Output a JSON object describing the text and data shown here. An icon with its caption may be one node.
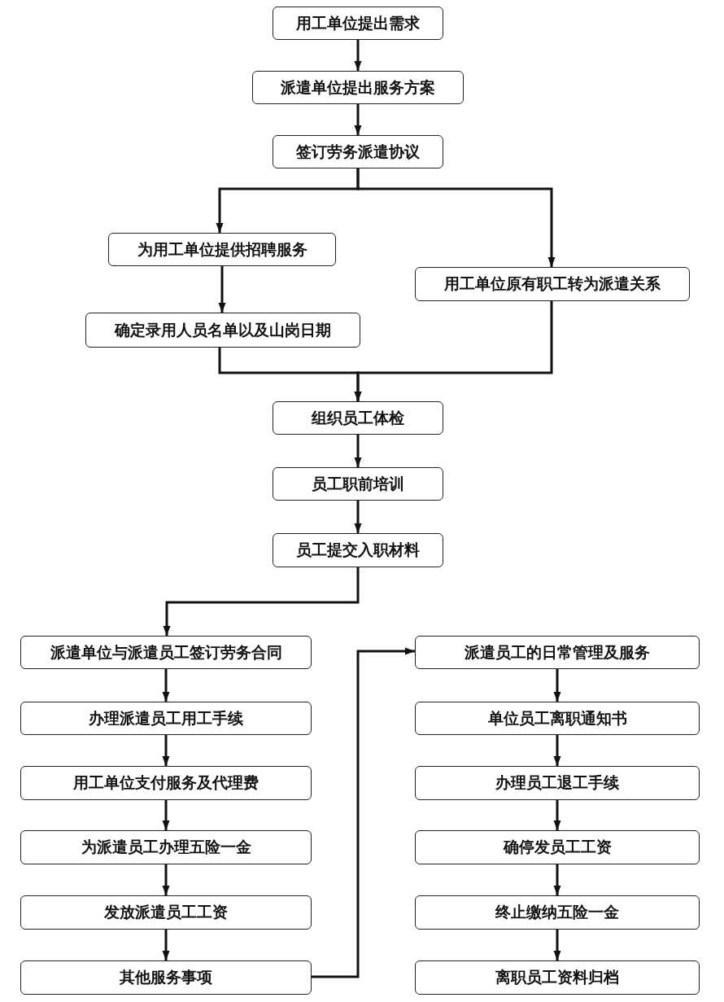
{
  "diagram": {
    "nodes": [
      {
        "text": [
          "用工单位提出需求"
        ]
      },
      {
        "text": [
          "派遣单位提出服务方案"
        ]
      },
      {
        "text": [
          "签订劳务派遣协议"
        ]
      },
      {
        "text": [
          "为用工单位提供招聘服务"
        ]
      },
      {
        "text": [
          "用工单位原有职工转为派遣关系"
        ]
      },
      {
        "text": [
          "确定录用人员名单以及山岗日期"
        ]
      },
      {
        "text": [
          "组织员工体检"
        ]
      },
      {
        "text": [
          "员工职前培训"
        ]
      },
      {
        "text": [
          "员工提交入职材料"
        ]
      },
      {
        "text": [
          "派遣单位与派遣员工签订劳务合同"
        ]
      },
      {
        "text": [
          "办理派遣员工用工手续"
        ]
      },
      {
        "text": [
          "用工单位支付服务及代理费"
        ]
      },
      {
        "text": [
          "为派遣员工办理五险一金"
        ]
      },
      {
        "text": [
          "发放派遣员工工资"
        ]
      },
      {
        "text": [
          "其他服务事项"
        ]
      },
      {
        "text": [
          "派遣员工的日常管理及服务"
        ]
      },
      {
        "text": [
          "单位员工离职通知书"
        ]
      },
      {
        "text": [
          "办理员工退工手续"
        ]
      },
      {
        "text": [
          "确停发员工工资"
        ]
      },
      {
        "text": [
          "终止缴纳五险一金"
        ]
      },
      {
        "text": [
          "离职员工资料归档"
        ]
      }
    ],
    "edges": [
      {
        "from": 0,
        "to": 1,
        "arrow": "to"
      },
      {
        "from": 1,
        "to": 2,
        "arrow": "to"
      },
      {
        "from": 2,
        "to": 3,
        "arrow": "to"
      },
      {
        "from": 2,
        "to": 4,
        "arrow": "to"
      },
      {
        "from": 3,
        "to": 5,
        "arrow": "to"
      },
      {
        "from": 5,
        "to": 6,
        "arrow": "to"
      },
      {
        "from": 4,
        "to": 6,
        "arrow": "to"
      },
      {
        "from": 6,
        "to": 7,
        "arrow": "to"
      },
      {
        "from": 7,
        "to": 8,
        "arrow": "to"
      },
      {
        "from": 8,
        "to": 9,
        "arrow": "to"
      },
      {
        "from": 9,
        "to": 10,
        "arrow": "to"
      },
      {
        "from": 10,
        "to": 11,
        "arrow": "to"
      },
      {
        "from": 11,
        "to": 12,
        "arrow": "to"
      },
      {
        "from": 12,
        "to": 13,
        "arrow": "to"
      },
      {
        "from": 13,
        "to": 14,
        "arrow": "to"
      },
      {
        "from": 14,
        "to": 15,
        "arrow": "to"
      },
      {
        "from": 15,
        "to": 16,
        "arrow": "to"
      },
      {
        "from": 16,
        "to": 17,
        "arrow": "to"
      },
      {
        "from": 17,
        "to": 18,
        "arrow": "to"
      },
      {
        "from": 18,
        "to": 19,
        "arrow": "to"
      },
      {
        "from": 19,
        "to": 20,
        "arrow": "to"
      }
    ]
  }
}
